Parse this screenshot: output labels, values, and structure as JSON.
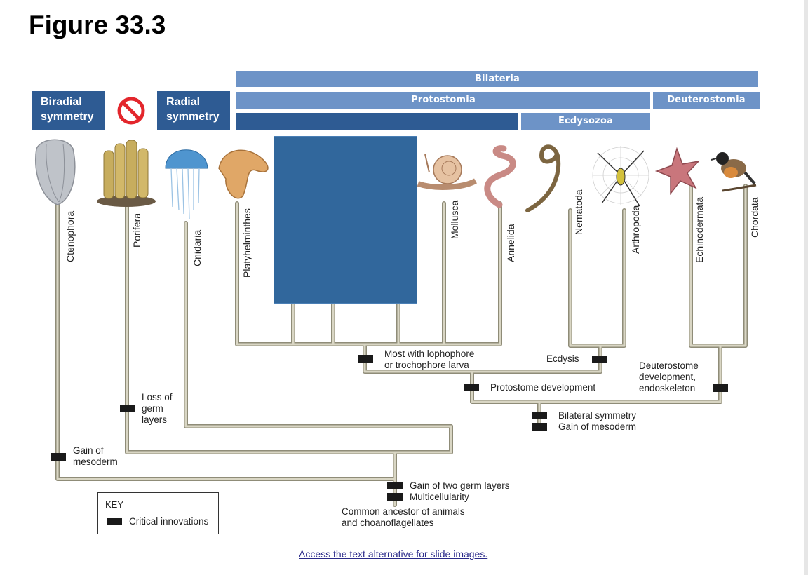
{
  "title": "Figure 33.3",
  "headers": {
    "bilateria": "Bilateria",
    "protostomia": "Protostomia",
    "deuterostomia": "Deuterostomia",
    "ecdysozoa": "Ecdysozoa",
    "biradial": "Biradial symmetry",
    "radial": "Radial symmetry"
  },
  "taxa": {
    "ctenophora": "Ctenophora",
    "porifera": "Porifera",
    "cnidaria": "Cnidaria",
    "platyhelminthes": "Platyhelminthes",
    "mollusca": "Mollusca",
    "annelida": "Annelida",
    "nematoda": "Nematoda",
    "arthropoda": "Arthropoda",
    "echinodermata": "Echinodermata",
    "chordata": "Chordata"
  },
  "annotations": {
    "lophophore": "Most with lophophore\nor trochophore larva",
    "ecdysis": "Ecdysis",
    "deuterostome": "Deuterostome\ndevelopment,\nendoskeleton",
    "protostome": "Protostome development",
    "bilateral": "Bilateral symmetry\nGain of mesoderm",
    "loss_germ": "Loss of\ngerm\nlayers",
    "gain_mesoderm": "Gain of\nmesoderm",
    "two_germ": "Gain of two germ layers\nMulticellularity",
    "common_ancestor": "Common ancestor of animals\nand choanoflagellates"
  },
  "key": {
    "title": "KEY",
    "item": "Critical innovations"
  },
  "link_text": "Access the text alternative for slide images.",
  "colors": {
    "header_light": "#6d93c7",
    "header_dark": "#2e5b93",
    "branch": "#c9c6b2",
    "branch_edge": "#8f8c78",
    "marker": "#1a1a1a",
    "forbidden": "#e3262c"
  }
}
